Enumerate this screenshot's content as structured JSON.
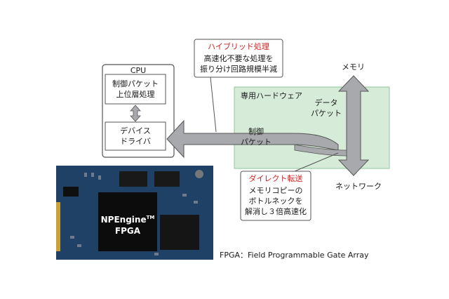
{
  "cpu": {
    "title": "CPU",
    "box_upper": [
      "制御パケット",
      "上位層処理"
    ],
    "box_lower": [
      "デバイス",
      "ドライバ"
    ]
  },
  "hybrid": {
    "heading": "ハイブリッド処理",
    "body": [
      "高速化不要な処理を",
      "振り分け回路規模半減"
    ]
  },
  "dedicated_hw": {
    "label": "専用ハードウェア"
  },
  "memory": {
    "label": "メモリ"
  },
  "network": {
    "label": "ネットワーク"
  },
  "data_packet": [
    "データ",
    "パケット"
  ],
  "control_packet": [
    "制御",
    "パケット"
  ],
  "direct": {
    "heading": "ダイレクト転送",
    "body": [
      "メモリコピーの",
      "ボトルネックを",
      "解消し３倍高速化"
    ]
  },
  "chip": {
    "name": "NPEngine",
    "tm": "TM",
    "type": "FPGA"
  },
  "footnote": "FPGA：Field Programmable Gate Array",
  "colors": {
    "hw_fill": "#d6ecd9",
    "hw_border": "#8cc59a",
    "arrow_fill": "#a7a9ac",
    "arrow_stroke": "#555555",
    "accent": "#d62020",
    "board": "#1d3a5c"
  }
}
